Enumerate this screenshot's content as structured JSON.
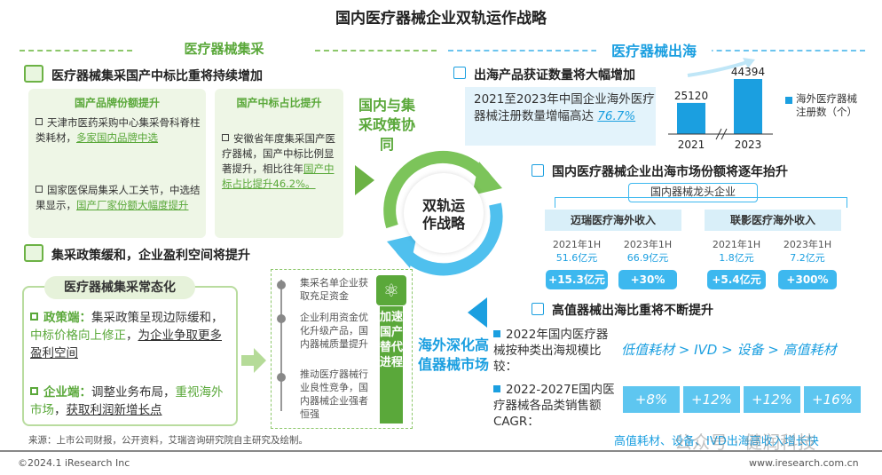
{
  "title": "国内医疗器械企业双轨运作战略",
  "left_section": "医疗器械集采",
  "right_section": "医疗器械出海",
  "left": {
    "heading1": "医疗器械集采国产中标比重将持续增加",
    "box1": {
      "tag": "国产品牌份额提升",
      "item1": {
        "pre": "天津市医药采购中心集采骨科脊柱类耗材，",
        "hl": "多家国内品牌中选"
      },
      "item2": {
        "pre": "国家医保局集采人工关节，中选结果显示，",
        "hl": "国产厂家份额大幅度提升"
      }
    },
    "box2": {
      "tag": "国产中标占比提升",
      "item": {
        "pre": "安徽省年度集采国产医疗器械，国产中标比例显著提升，相比往年",
        "hl": "国产中标占比提升46.2%。"
      }
    },
    "heading2": "集采政策缓和，企业盈利空间将提升",
    "normal": {
      "tag": "医疗器械集采常态化",
      "policy_label": "政策端：",
      "policy_text1": "集采政策呈现边际缓和，",
      "policy_hl": "中标价格向上修正",
      "policy_text2": "，",
      "policy_ul": "为企业争取更多盈利空间",
      "ent_label": "企业端：",
      "ent_text1": "调整业务布局，",
      "ent_hl": "重视海外市场",
      "ent_text2": "，",
      "ent_ul": "获取利润新增长点"
    },
    "steps": [
      "集采名单企业获取充足资金",
      "企业利用资金优化升级产品，国内器械质量提升",
      "推动医疗器械行业良性竞争，国内器械企业强者恒强"
    ],
    "accel": "加速国产替代进程"
  },
  "center": {
    "main": "双轨运作战略",
    "top": "国内与集采政策协同",
    "bottom": "海外深化高值器械市场"
  },
  "right": {
    "heading1": "出海产品获证数量将大幅增加",
    "stat_text": "2021至2023年中国企业海外医疗器械注册数量增幅高达",
    "stat_value": "76.7%",
    "bars": {
      "categories": [
        "2021",
        "2023"
      ],
      "values": [
        25120,
        44394
      ],
      "legend": "海外医疗器械注册数（个）"
    },
    "heading2": "国内医疗器械企业出海市场份额将逐年抬升",
    "leader": "国内器械龙头企业",
    "comp1": {
      "name": "迈瑞医疗海外收入",
      "p1": "2021年1H",
      "v1": "51.6亿元",
      "p2": "2023年1H",
      "v2": "66.9亿元",
      "d1": "+15.3亿元",
      "d2": "+30%"
    },
    "comp2": {
      "name": "联影医疗海外收入",
      "p1": "2021年1H",
      "v1": "1.8亿元",
      "p2": "2023年1H",
      "v2": "7.2亿元",
      "d1": "+5.4亿元",
      "d2": "+300%"
    },
    "heading3": "高值器械出海比重将不断提升",
    "b1": "2022年国内医疗器械按种类出海规模比较：",
    "b1_value": "低值耗材 > IVD > 设备 > 高值耗材",
    "b2": "2022-2027E国内医疗器械各品类销售额CAGR：",
    "cagr": [
      "+8%",
      "+12%",
      "+12%",
      "+16%"
    ],
    "cagr_note": "高值耗材、设备、IVD出海高收入增长快"
  },
  "source": "来源：上市公司财报，公开资料，艾瑞咨询研究院自主研究及绘制。",
  "watermark": "公众号 · 健润科技",
  "footer_left": "©2024.1 iResearch Inc",
  "footer_right": "www.iresearch.com.cn",
  "colors": {
    "green": "#5aa83a",
    "blue": "#1b9fe0",
    "light_blue": "#3db8ef"
  }
}
